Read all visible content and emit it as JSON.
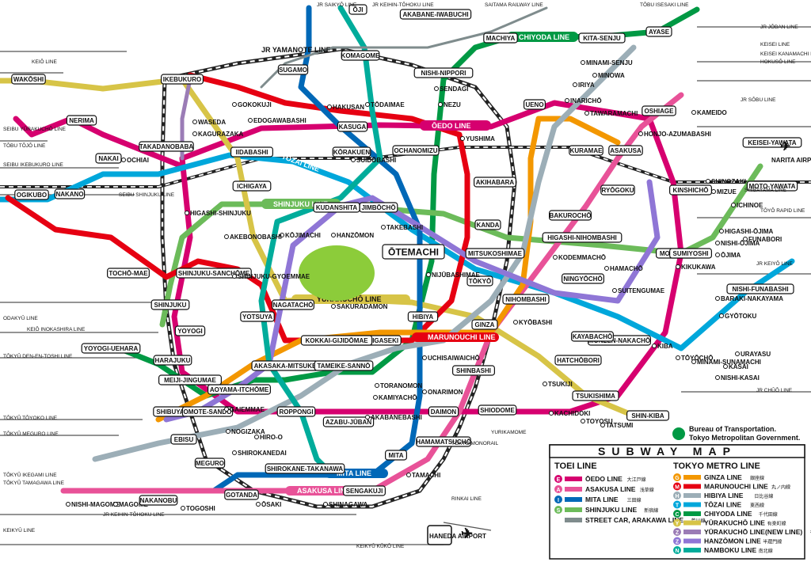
{
  "title": "SUBWAY MAP",
  "credit": [
    "Bureau of Transportation.",
    "Tokyo Metropolitan Government."
  ],
  "legend": {
    "toei_title": "TOEI LINE",
    "metro_title": "TOKYO METRO LINE",
    "toei": [
      {
        "code": "E",
        "name": "ŌEDO LINE",
        "jp": "大江戸線",
        "color": "#d6006f"
      },
      {
        "code": "A",
        "name": "ASAKUSA LINE",
        "jp": "浅草線",
        "color": "#e85298"
      },
      {
        "code": "I",
        "name": "MITA LINE",
        "jp": "三田線",
        "color": "#0068b7"
      },
      {
        "code": "S",
        "name": "SHINJUKU LINE",
        "jp": "新宿線",
        "color": "#6cbb5a"
      },
      {
        "code": "",
        "name": "STREET CAR, ARAKAWA LINE",
        "jp": "荒川線",
        "color": "#7f8c8d"
      }
    ],
    "metro": [
      {
        "code": "G",
        "name": "GINZA LINE",
        "jp": "銀座線",
        "color": "#f39700"
      },
      {
        "code": "M",
        "name": "MARUNOUCHI LINE",
        "jp": "丸ノ内線",
        "color": "#e60012"
      },
      {
        "code": "H",
        "name": "HIBIYA LINE",
        "jp": "日比谷線",
        "color": "#9caeb7"
      },
      {
        "code": "T",
        "name": "TŌZAI LINE",
        "jp": "東西線",
        "color": "#00a7db"
      },
      {
        "code": "C",
        "name": "CHIYODA LINE",
        "jp": "千代田線",
        "color": "#009944"
      },
      {
        "code": "Y",
        "name": "YŪRAKUCHŌ LINE",
        "jp": "有楽町線",
        "color": "#d7c447"
      },
      {
        "code": "Z",
        "name": "YŪRAKUCHŌ LINE(NEW LINE)",
        "jp": "有楽町新線",
        "color": "#9b7cb6"
      },
      {
        "code": "Z",
        "name": "HANZŌMON LINE",
        "jp": "半蔵門線",
        "color": "#8f76d6"
      },
      {
        "code": "N",
        "name": "NAMBOKU LINE",
        "jp": "南北線",
        "color": "#00ac9b"
      }
    ]
  },
  "lines": {
    "oedo": {
      "label": "ŌEDO LINE",
      "color": "#d6006f"
    },
    "chiyoda": {
      "label": "CHIYODA LINE",
      "color": "#009944"
    },
    "shinjuku": {
      "label": "SHINJUKU LINE",
      "color": "#6cbb5a"
    },
    "tozai": {
      "label": "TŌZAI LINE",
      "color": "#00a7db"
    },
    "yurakucho": {
      "label": "YŪRAKUCHŌ LINE",
      "color": "#d7c447"
    },
    "marunouchi": {
      "label": "MARUNOUCHI LINE",
      "color": "#e60012"
    },
    "mita": {
      "label": "MITA LINE",
      "color": "#0068b7"
    },
    "asakusa": {
      "label": "ASAKUSA LINE",
      "color": "#e85298"
    },
    "ginza": {
      "label": "GINZA LINE",
      "color": "#f39700"
    },
    "hibiya": {
      "label": "HIBIYA LINE",
      "color": "#9caeb7"
    },
    "hanzomon": {
      "label": "HANZŌMON LINE",
      "color": "#8f76d6"
    },
    "namboku": {
      "label": "NAMBOKU LINE",
      "color": "#00ac9b"
    },
    "streetcar": {
      "label": "STREET CAR, ARAKAWA LINE",
      "color": "#7f8c8d"
    },
    "jr": {
      "label": "JR YAMANOTE LINE",
      "color": "#222222"
    }
  },
  "jr_lines": [
    "JR SAIKYŌ LINE",
    "JR KEIHIN-TŌHOKU LINE",
    "SAITAMA RAILWAY LINE",
    "TŌBU ISESAKI LINE",
    "JR JŌBAN LINE",
    "KEISEI LINE",
    "KEISEI KANAMACHI LINE",
    "HOKUSŌ LINE",
    "JR SŌBU LINE",
    "SHIBAYAMA LINE",
    "TŌYŌ RAPID LINE",
    "JR KEIYŌ LINE",
    "JR CHŪŌ LINE",
    "SEIBU SHINJUKU LINE",
    "SEIBU IKEBUKURO LINE",
    "TŌBU TŌJŌ LINE",
    "KEIŌ LINE",
    "ODAKYŪ LINE",
    "TŌKYŪ DEN-EN-TOSHI LINE",
    "TŌKYŪ TŌYOKO LINE",
    "TŌKYŪ MEGURO LINE",
    "TŌKYŪ IKEGAMI LINE",
    "JR KEIHIN-TŌHOKU LINE",
    "KEIKYŪ LINE",
    "TŌKYO MONORAIL",
    "RINKAI LINE",
    "YURIKAMOME",
    "KEIŌ INOKASHIRA LINE",
    "SEIBU YŪRAKUCHŌ LINE",
    "TŌKYŪ TAMAGAWA LINE",
    "KEIKYŪ KŪKŌ LINE"
  ],
  "stations": {
    "otemachi": "ŌTEMACHI",
    "ikebukuro": "IKEBUKURO",
    "shinjuku": "SHINJUKU",
    "shibuya": "SHIBUYA",
    "ueno": "UENO",
    "ginza": "GINZA",
    "hibiya": "HIBIYA",
    "iidabashi": "IIDABASHI",
    "ichigaya": "ICHIGAYA",
    "yotsuya": "YOTSUYA",
    "kasuga": "KASUGA",
    "kanda": "KANDA",
    "tokyo": "TŌKYŌ",
    "shinbashi": "SHINBASHI",
    "daimon": "DAIMON",
    "mita": "MITA",
    "sengakuji": "SENGAKUJI",
    "gotanda": "GOTANDA",
    "meguro": "MEGURO",
    "ebisu": "EBISU",
    "roppongi": "ROPPONGI",
    "akasaka_mitsuke": "AKASAKA-MITSUKE",
    "nagatacho": "NAGATACHŌ",
    "kudanshita": "KUDANSHITA",
    "jimbocho": "JIMBŌCHŌ",
    "asakusa": "ASAKUSA",
    "oshiage": "OSHIAGE",
    "kinshicho": "KINSHICHŌ",
    "morishita": "MORISHITA",
    "monzen_nakacho": "MONZEN-NAKACHŌ",
    "tsukishima": "TSUKISHIMA",
    "shin_kiba": "SHIN-KIBA",
    "kita_senju": "KITA-SENJU",
    "ayase": "AYASE",
    "machiya": "MACHIYA",
    "sugamo": "SUGAMO",
    "oji": "ŌJI",
    "nishi_nippori": "NISHI-NIPPORI",
    "akabane_iwabuchi": "AKABANE-IWABUCHI",
    "nakano": "NAKANO",
    "ogikubo": "OGIKUBO",
    "nerima": "NERIMA",
    "wakoshi": "WAKŌSHI",
    "nakai": "NAKAI",
    "omote_sando": "OMOTE-SANDŌ",
    "aoyama_itchome": "AOYAMA-ITCHŌME",
    "yoyogi": "YOYOGI",
    "harajuku": "HARAJUKU",
    "korakuen": "KŌRAKUEN",
    "sakuradamon": "SAKURADAMON",
    "hanzomon": "HANZŌMON",
    "takebashi": "TAKEBASHI",
    "kojimachi": "KŌJIMACHI",
    "haneda": "HANEDA AIRPORT",
    "narita": "NARITA AIRPORT",
    "hatchobori": "HATCHŌBORI",
    "kayabacho": "KAYABACHŌ",
    "ningyocho": "NINGYŌCHŌ",
    "ryogoku": "RYŌGOKU",
    "kuramae": "KURAMAE",
    "akihabara": "AKIHABARA",
    "ochanomizu": "OCHANOMIZU",
    "suidobashi": "SUIDŌBASHI",
    "todaimae": "TŌDAIMAE",
    "nezu": "NEZU",
    "yushima": "YUSHIMA",
    "sendagi": "SENDAGI",
    "komagome": "KOMAGOME",
    "hakusan": "HAKUSAN",
    "gokokuji": "GOKOKUJI",
    "edogawabashi": "EDOGAWABASHI",
    "kagurazaka": "KAGURAZAKA",
    "waseda": "WASEDA",
    "takadanobaba": "TAKADANOBABA",
    "ochiai": "OCHIAI",
    "higashi_shinjuku": "HIGASHI-SHINJUKU",
    "akebonobashi": "AKEBONOBASHI",
    "shinjuku_sanchome": "SHINJUKU-SANCHŌME",
    "shinjuku_gyoemmae": "SHINJUKU-GYOEMMAE",
    "tochomae": "TOCHŌ-MAE",
    "yoyogi_uehara": "YOYOGI-UEHARA",
    "meiji_jingumae": "MEIJI-JINGUMAE",
    "gaiemmae": "GAIEMMAE",
    "nogizaka": "NOGIZAKA",
    "hiroo": "HIRO-O",
    "azabu_juban": "AZABU-JŪBAN",
    "akabanebashi": "AKABANEBASHI",
    "shirokanedai": "SHIROKANEDAI",
    "shirokane_takanawa": "SHIROKANE-TAKANAWA",
    "shinagawa": "SHINAGAWA",
    "tamachi": "TAMACHI",
    "hamamatsucho": "HAMAMATSUCHŌ",
    "shiodome": "SHIODOME",
    "tsukiji": "TSUKIJI",
    "kachidoki": "KACHIDOKI",
    "toyosu": "TOYOSU",
    "tatsumi": "TATSUMI",
    "kiba": "KIBA",
    "toyocho": "TŌYŌCHŌ",
    "kameido": "KAMEIDO",
    "honjo_azumabashi": "HONJO-AZUMABASHI",
    "tawaramachi": "TAWARAMACHI",
    "inaricho": "INARICHŌ",
    "iriya": "IRIYA",
    "minowa": "MINOWA",
    "minami_senju": "MINAMI-SENJU",
    "nishi_magome": "NISHI-MAGOME",
    "magome": "MAGOME",
    "nakanobu": "NAKANOBU",
    "togoshi": "TOGOSHI",
    "osaki": "ŌSAKI",
    "shinbashi_jr": "SHINBASHI",
    "toranomon": "TORANOMON",
    "kamiyacho": "KAMIYACHŌ",
    "onarimon": "ONARIMON",
    "uchisaiwaicho": "UCHISAIWAICHŌ",
    "kasumigaseki": "KASUMIGASEKI",
    "kokkai_gijidomae": "KOKKAI-GIJIDŌMAE",
    "tameike_sanno": "TAMEIKE-SANNŌ",
    "nijubashimae": "NIJŪBASHIMAE",
    "nihombashi": "NIHOMBASHI",
    "kyobashi": "KYŌBASHI",
    "mitsukoshimae": "MITSUKOSHIMAE",
    "kodemmacho": "KODEMMACHŌ",
    "bakurocho": "BAKUROCHŌ",
    "higashi_nihombashi": "HIGASHI-NIHOMBASHI",
    "hamacho": "HAMACHŌ",
    "suitengumae": "SUITENGUMAE",
    "kikukawa": "KIKUKAWA",
    "sumiyoshi": "SUMIYOSHI",
    "nishi_ojima": "NISHI-ŌJIMA",
    "ojima": "ŌJIMA",
    "higashi_ojima": "HIGASHI-ŌJIMA",
    "funabori": "FUNABORI",
    "ichinoe": "ICHINOE",
    "mizue": "MIZUE",
    "shinozaki": "SHINOZAKI",
    "motoyawata": "MOTO-YAWATA",
    "keisei_yawata": "KEISEI-YAWATA",
    "kinshicho2": "KINSHICHŌ",
    "urayasu": "URAYASU",
    "kasai": "KASAI",
    "nishi_kasai": "NISHI-KASAI",
    "minami_sunamachi": "MINAMI-SUNAMACHI",
    "toyocho2": "TŌYŌCHŌ",
    "nishi_funabashi": "NISHI-FUNABASHI",
    "gyotoku": "GYŌTOKU",
    "baraki_nakayama": "BARAKI-NAKAYAMA",
    "kinshicho3": "KINSHICHŌ"
  }
}
